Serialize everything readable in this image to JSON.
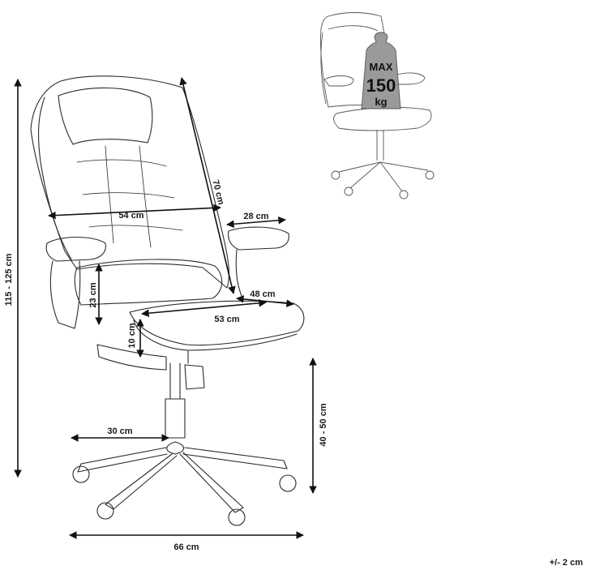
{
  "dimensions": {
    "overall_height": "115 - 125 cm",
    "backrest_height": "70 cm",
    "backrest_width": "54 cm",
    "armrest_length": "28 cm",
    "armrest_height": "23 cm",
    "seat_depth": "48 cm",
    "seat_width": "53 cm",
    "seat_thickness": "10 cm",
    "seat_height": "40 - 50 cm",
    "leg_length": "30 cm",
    "base_width": "66 cm"
  },
  "max_load": {
    "line1": "MAX",
    "line2": "150",
    "line3": "kg"
  },
  "tolerance": "+/- 2 cm",
  "colors": {
    "line": "#2b2b2b",
    "arrow": "#111111",
    "weight_fill": "#9a9a9a"
  }
}
